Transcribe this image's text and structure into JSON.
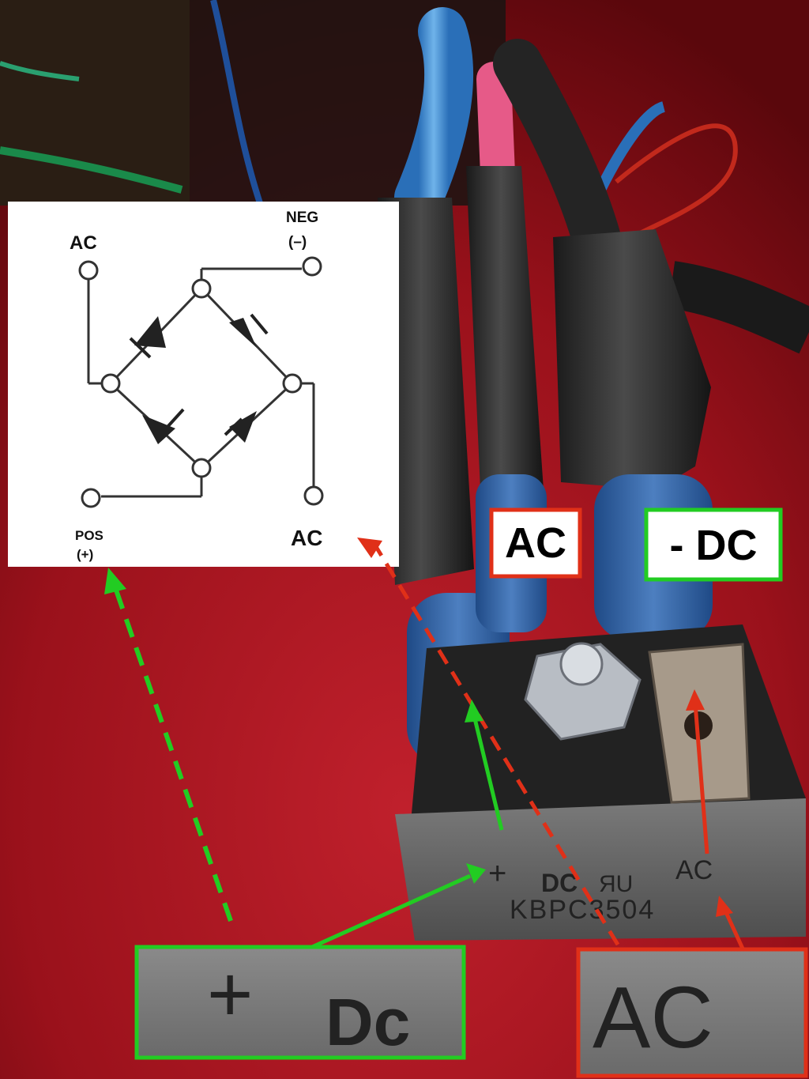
{
  "schematic": {
    "ac_top": "AC",
    "neg_line1": "NEG",
    "neg_line2": "(–)",
    "pos_line1": "POS",
    "pos_line2": "(+)",
    "ac_bottom": "AC"
  },
  "callouts": {
    "ac": "AC",
    "neg_dc": "- DC"
  },
  "rectifier": {
    "marking_plus": "+",
    "marking_dc": "DC",
    "marking_ul": "ЯU",
    "marking_ac": "AC",
    "model": "KBPC3504"
  },
  "zoom_insets": {
    "left_plus": "+",
    "left_dc": "Dc",
    "right_ac": "AC"
  },
  "colors": {
    "green": "#22cc22",
    "red": "#e03018",
    "background_red": "#a0121d"
  }
}
